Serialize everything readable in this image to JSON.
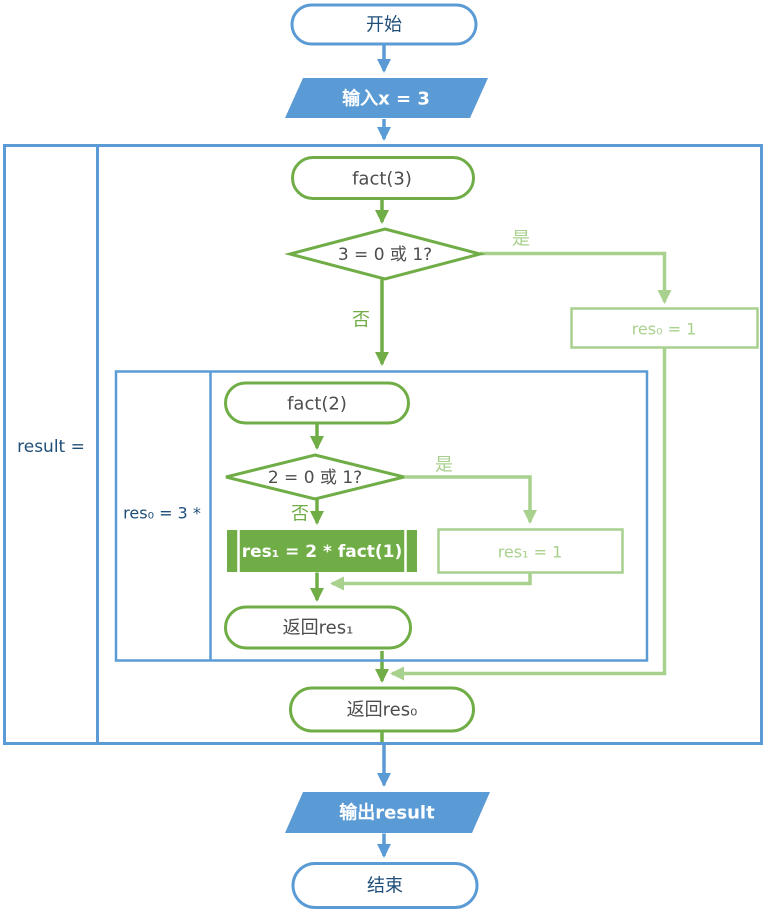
{
  "colors": {
    "blue": "#5b9bd5",
    "dark_blue_text": "#1f4e79",
    "green": "#70ad47",
    "light_green": "#a9d18e",
    "node_text_gray": "#4d4d4d",
    "white": "#ffffff"
  },
  "nodes": {
    "start": {
      "label": "开始"
    },
    "input": {
      "label": "输入x = 3"
    },
    "outer_frame": {
      "label": "result ="
    },
    "fact3": {
      "label": "fact(3)"
    },
    "decision3": {
      "label": "3 = 0 或 1?"
    },
    "res0_assign": {
      "label": "res₀ = 1"
    },
    "inner_frame": {
      "label": "res₀ = 3 *"
    },
    "fact2": {
      "label": "fact(2)"
    },
    "decision2": {
      "label": "2 = 0 或 1?"
    },
    "res1_calc": {
      "label": "res₁ = 2 * fact(1)"
    },
    "res1_assign": {
      "label": "res₁ = 1"
    },
    "return_res1": {
      "label": "返回res₁"
    },
    "return_res0": {
      "label": "返回res₀"
    },
    "output": {
      "label": "输出result"
    },
    "end": {
      "label": "结束"
    }
  },
  "edge_labels": {
    "outer_yes": "是",
    "outer_no": "否",
    "inner_yes": "是",
    "inner_no": "否"
  }
}
